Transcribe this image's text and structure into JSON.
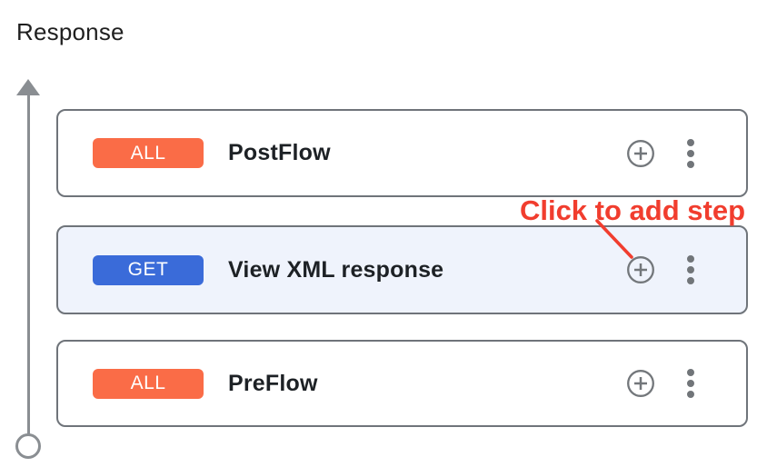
{
  "title": "Response",
  "flow": {
    "cards": [
      {
        "verb": "ALL",
        "verb_color": "#fa6c47",
        "label": "PostFlow",
        "highlighted": false
      },
      {
        "verb": "GET",
        "verb_color": "#3a6bd9",
        "label": "View XML response",
        "highlighted": true
      },
      {
        "verb": "ALL",
        "verb_color": "#fa6c47",
        "label": "PreFlow",
        "highlighted": false
      }
    ]
  },
  "annotation": {
    "label": "Click to add step",
    "color": "#f13d2e"
  },
  "icons": {
    "add_step": "add-circle-icon",
    "more_options": "kebab-menu-icon",
    "direction": "arrow-up-icon",
    "flow_start": "circle-terminal-icon"
  },
  "colors": {
    "card_border": "#6f747a",
    "highlighted_card_bg": "#eff3fc",
    "icon_gray": "#73777b",
    "flow_line_gray": "#8a8e92",
    "label_text": "#1d2125",
    "badge_all": "#fa6c47",
    "badge_get": "#3a6bd9",
    "annotation_red": "#f13d2e"
  }
}
